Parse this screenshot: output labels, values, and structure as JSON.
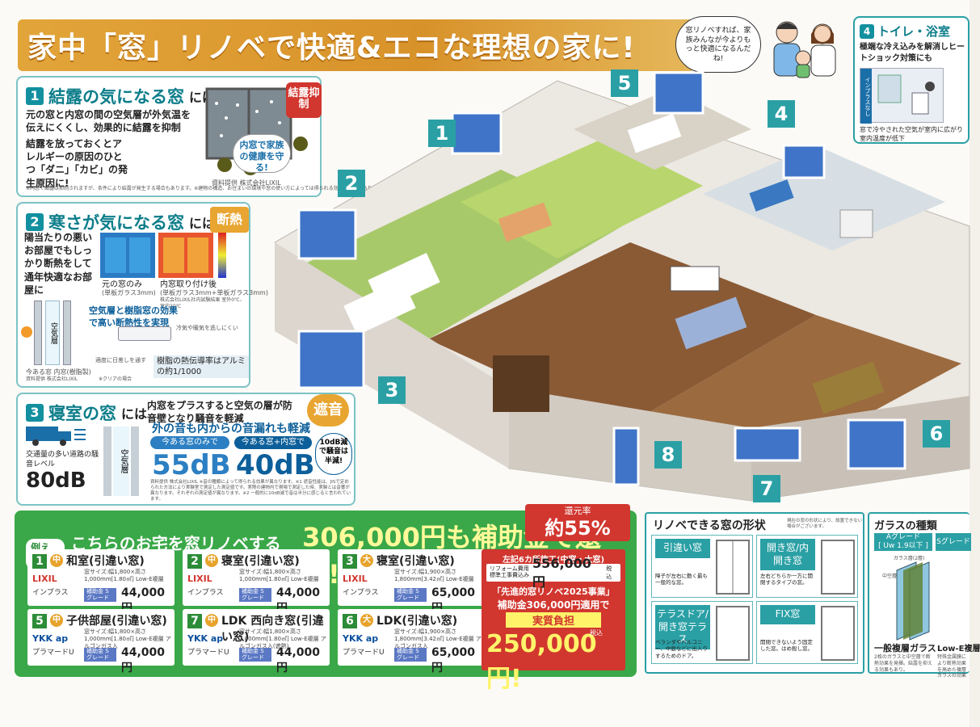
{
  "banner": {
    "title": "家中「窓」リノベで快適&エコな理想の家に!"
  },
  "speech": "窓リノベすれば、家族みんなが今よりもっと快適になるんだね!",
  "sec1": {
    "num": "1",
    "title": "結露の気になる窓",
    "suffix": "には",
    "desc": "元の窓と内窓の間の空気層が外気温を伝えにくくし、効果的に結露を抑制",
    "desc2": "結露を放っておくとアレルギーの原因のひとつ「ダニ」「カビ」の発生原因に!",
    "badge": "結露抑制",
    "bubble": "内窓で家族の健康を守る!",
    "credit": "資料提供 株式会社LIXIL",
    "note": "※内窓で結露は抑制されますが、条件により結露が発生する場合もあります。※建物の構造、お住まいの環境や窓の使い方によっては得られる効果に違いがあります。"
  },
  "sec2": {
    "num": "2",
    "title": "寒さが気になる窓",
    "suffix": "には",
    "badge": "断熱",
    "desc": "陽当たりの悪いお部屋でもしっかり断熱をして通年快適なお部屋に",
    "cap1": "元の窓のみ",
    "cap1s": "(単板ガラス3mm)",
    "cap2": "内窓取り付け後",
    "cap2s": "(単板ガラス3mm+単板ガラス3mm)",
    "note": "株式会社LIXIL社内試験結果 室外0℃、室内20℃",
    "point": "空気層と樹脂窓の効果で高い断熱性を実現",
    "air": "空気層",
    "cold": "冷気や暖気を逃しにくい",
    "sun": "適度に日差しを通す",
    "resin": "樹脂の熱伝導率はアルミの約1/1000",
    "labels": "今ある窓  内窓(樹脂製)",
    "credit": "資料提供 株式会社LIXIL",
    "credit2": "※クリアの場合"
  },
  "sec3": {
    "num": "3",
    "title": "寝室の窓",
    "suffix": "には",
    "desc": "内窓をプラスすると空気の層が防音壁となり騒音を軽減",
    "badge": "遮音",
    "headline": "外の音も内からの音漏れも軽減",
    "tag1": "今ある窓のみで",
    "tag2": "今ある窓+内窓で",
    "road": "交通量の多い道路の騒音レベル",
    "v0": "80dB",
    "v1": "55dB",
    "v2": "40dB",
    "bubble": "10dB減で騒音は半減!",
    "air": "空気層",
    "note": "資料提供 株式会社LIXIL ※音の種類によって得られる効果が異なります。※1 遮音性能は、JISで定められた方法により実験室で測定した測定値です。実際の建物内で現場で測定した時、実験とは音響が異なります。それぞれの測定値が異なります。※2 一般的に10dB減で音は半分に感じると言われています。"
  },
  "sec4": {
    "num": "4",
    "title": "トイレ・浴室",
    "desc": "極端な冷え込みを解消しヒートショック対策にも",
    "tag": "インプラスなし",
    "desc2": "窓で冷やされた空気が室内に広がり室内温度が低下"
  },
  "house_numbers": [
    "1",
    "2",
    "3",
    "4",
    "5",
    "6",
    "7",
    "8"
  ],
  "subsidy": {
    "eg": "例えば",
    "t1": "こちらのお宅を窓リノベすると",
    "t2": "306,000円も補助金で還元!",
    "rate_label": "還元率",
    "rate": "約55%"
  },
  "items": [
    {
      "no": "1",
      "size": "中",
      "name": "和室(引違い窓)",
      "brand": "LIXIL",
      "product": "インプラス",
      "spec": "窓サイズ:幅1,800×高さ1,000mm[1.80㎡] Low-E複層",
      "grade": "補助金 Sグレード",
      "amount": "44,000円"
    },
    {
      "no": "2",
      "size": "中",
      "name": "寝室(引違い窓)",
      "brand": "LIXIL",
      "product": "インプラス",
      "spec": "窓サイズ:幅1,800×高さ1,000mm[1.80㎡] Low-E複層",
      "grade": "補助金 Sグレード",
      "amount": "44,000円"
    },
    {
      "no": "3",
      "size": "大",
      "name": "寝室(引違い窓)",
      "brand": "LIXIL",
      "product": "インプラス",
      "spec": "窓サイズ:幅1,900×高さ1,800mm[3.42㎡] Low-E複層",
      "grade": "補助金 Sグレード",
      "amount": "65,000円"
    },
    {
      "no": "5",
      "size": "中",
      "name": "子供部屋(引違い窓)",
      "brand": "YKK ap",
      "product": "プラマードU",
      "spec": "窓サイズ:幅1,800×高さ1,000mm[1.80㎡] Low-E複層 アルゴンガス入",
      "grade": "補助金 Sグレード",
      "amount": "44,000円"
    },
    {
      "no": "7",
      "size": "中",
      "name": "LDK 西向き窓(引違い窓)",
      "brand": "YKK ap",
      "product": "プラマードU",
      "spec": "窓サイズ:幅1,800×高さ1,000mm[1.80㎡] Low-E複層 アルゴンガス入(遮熱)",
      "grade": "補助金 Sグレード",
      "amount": "44,000円"
    },
    {
      "no": "6",
      "size": "大",
      "name": "LDK(引違い窓)",
      "brand": "YKK ap",
      "product": "プラマードU",
      "spec": "窓サイズ:幅1,900×高さ1,800mm[3.42㎡] Low-E複層 アルゴンガス入",
      "grade": "補助金 Sグレード",
      "amount": "65,000円"
    }
  ],
  "price": {
    "head": "左記6カ所施工(中窓・大窓)",
    "label": "リフォーム費用 標準工事費込み",
    "total": "556,000円",
    "tax": "税込",
    "program": "「先進的窓リノベ2025事業」",
    "apply": "補助金306,000円適用で",
    "final_label": "実質負担",
    "final": "250,000円!",
    "tax2": "税込"
  },
  "shapes": {
    "title": "リノベできる窓の形状",
    "note": "現在の窓の形状により、設置できない場合がございます。",
    "items": [
      {
        "label": "引違い窓",
        "desc": "障子が左右に動く最も一般的な窓。"
      },
      {
        "label": "開き窓/内開き窓",
        "desc": "左右どちらか一方に開閉するタイプの窓。"
      },
      {
        "label": "テラスドア/開き窓テラス",
        "desc": "ベランダやバルコニー、中庭などに出入りするためのドア。"
      },
      {
        "label": "FIX窓",
        "desc": "開閉できないよう固定した窓。はめ殺し窓。"
      }
    ]
  },
  "glass": {
    "title": "ガラスの種類",
    "grade_a": "Aグレード",
    "grade_a_uw": "[ Uw 1.9以下 ]",
    "grade_s": "Sグレード",
    "l1": "ガラス層(2層)",
    "l2": "中空層",
    "name1": "一般複層ガラス",
    "name2": "Low-E複層",
    "desc1": "2枚のガラスと中空層で断熱効果を発揮。結露を抑える効果もあり。",
    "desc2": "特殊金属膜により断熱効果を高めた複層ガラスの効果"
  }
}
